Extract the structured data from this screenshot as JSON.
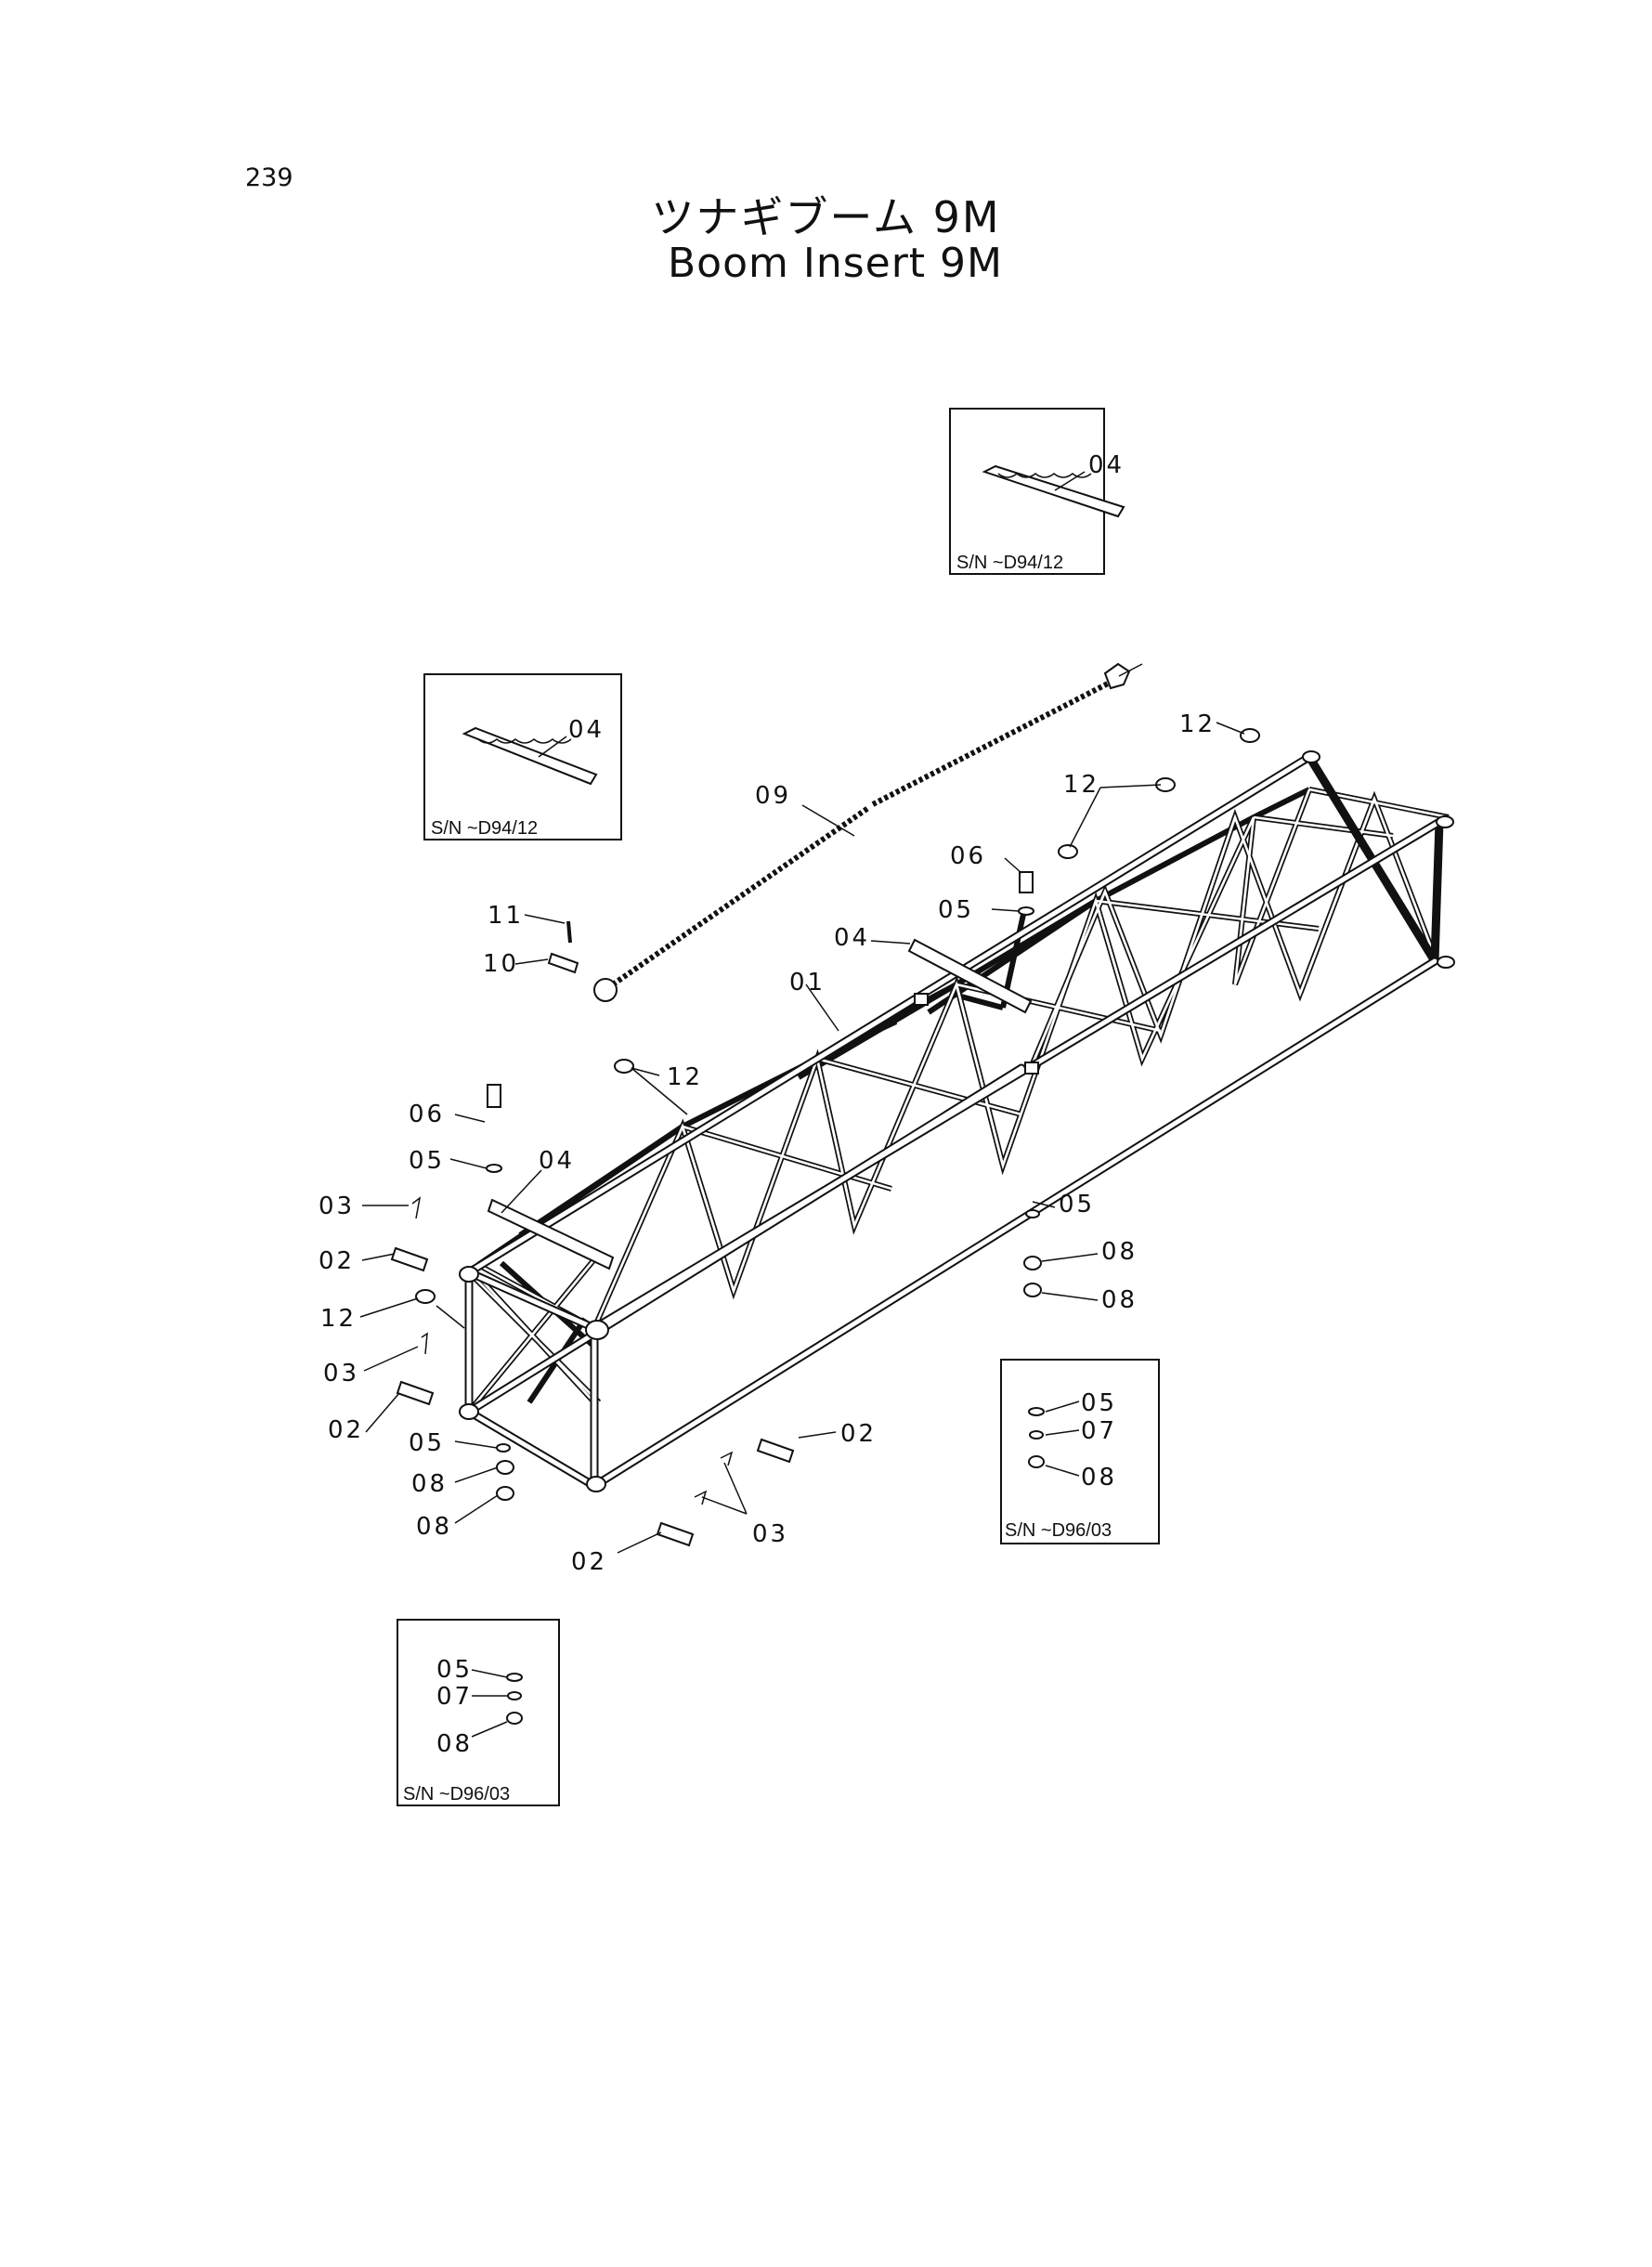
{
  "page_number": "239",
  "title_jp": "ツナギブーム 9M",
  "title_en": "Boom Insert 9M",
  "callouts": [
    "01",
    "02",
    "03",
    "04",
    "05",
    "06",
    "07",
    "08",
    "09",
    "10",
    "11",
    "12"
  ],
  "insets": {
    "top_right": {
      "part": "04",
      "sn": "S/N  ~D94/12"
    },
    "left": {
      "part": "04",
      "sn": "S/N  ~D94/12"
    },
    "right": {
      "parts": [
        "05",
        "07",
        "08"
      ],
      "sn": "S/N  ~D96/03"
    },
    "bottom": {
      "parts": [
        "05",
        "07",
        "08"
      ],
      "sn": "S/N  ~D96/03"
    }
  }
}
